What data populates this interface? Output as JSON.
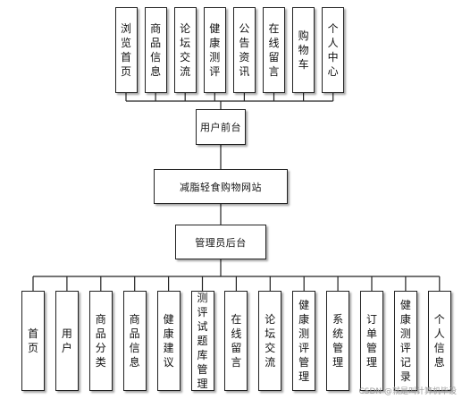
{
  "diagram": {
    "root": "减脂轻食购物网站",
    "front": {
      "label": "用户前台",
      "modules": [
        "浏览首页",
        "商品信息",
        "论坛交流",
        "健康测评",
        "公告资讯",
        "在线留言",
        "购物车",
        "个人中心"
      ]
    },
    "back": {
      "label": "管理员后台",
      "modules": [
        "首页",
        "用户",
        "商品分类",
        "商品信息",
        "健康建议",
        "测评试题库管理",
        "在线留言",
        "论坛交流",
        "健康测评管理",
        "系统管理",
        "订单管理",
        "健康测评记录",
        "个人信息"
      ]
    }
  },
  "watermark": "CSDN @就是叫计算机毕设"
}
